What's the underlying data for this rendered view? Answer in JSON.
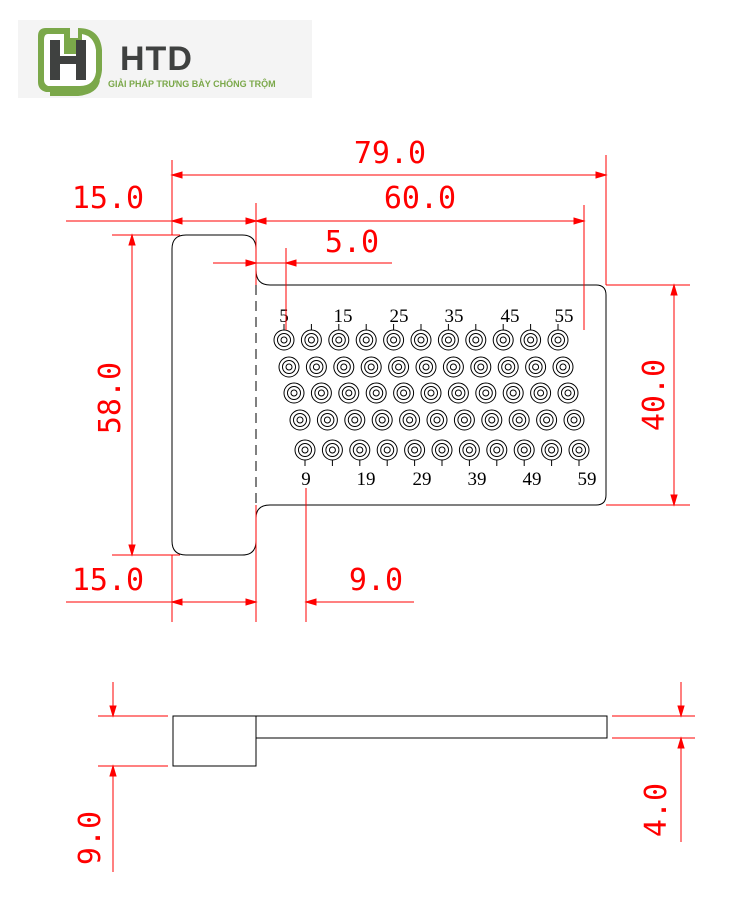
{
  "logo": {
    "brand": "HTD",
    "tagline": "GIẢI PHÁP TRƯNG BÀY CHỐNG TRỘM",
    "icon": "h-hexagon-icon",
    "colors": {
      "green": "#7ba84a",
      "dark": "#3f4140"
    }
  },
  "dimensions": {
    "total_width": "79.0",
    "tab_width_top": "15.0",
    "board_width": "60.0",
    "hole_offset": "5.0",
    "tab_height": "58.0",
    "board_height": "40.0",
    "tab_width_bottom": "15.0",
    "row_offset": "9.0",
    "tab_thickness": "9.0",
    "board_thickness": "4.0"
  },
  "pin_labels_top": [
    "5",
    "15",
    "25",
    "35",
    "45",
    "55"
  ],
  "pin_labels_bottom": [
    "9",
    "19",
    "29",
    "39",
    "49",
    "59"
  ],
  "colors": {
    "dimension": "#ff0000",
    "outline": "#000000"
  }
}
